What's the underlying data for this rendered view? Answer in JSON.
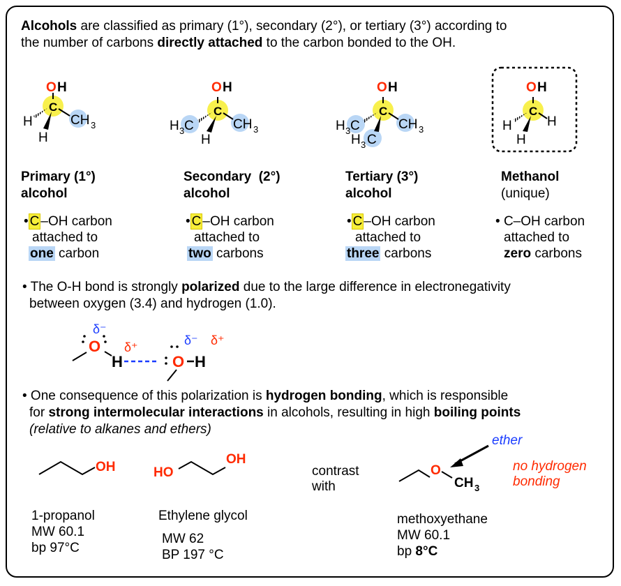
{
  "intro": {
    "w1": "Alcohols",
    "p1": " are classified as primary (1°), secondary (2°), or tertiary (3°) according to",
    "p2": "the number of carbons ",
    "w2": "directly attached",
    "p3": " to the carbon bonded to the OH."
  },
  "atoms": {
    "O": "O",
    "H": "H",
    "C": "C",
    "CH": "CH",
    "three": "3",
    "HO": "HO",
    "OH": "OH"
  },
  "classes": [
    {
      "name": "Primary (1°)",
      "sub": "alcohol",
      "b1a": "C",
      "b1b": "–OH carbon",
      "b2": "attached to",
      "count": "one",
      "rest": " carbon"
    },
    {
      "name": "Secondary  (2°)",
      "sub": "alcohol",
      "b1a": "C",
      "b1b": "–OH carbon",
      "b2": "attached to",
      "count": "two",
      "rest": " carbons"
    },
    {
      "name": "Tertiary (3°)",
      "sub": "alcohol",
      "b1a": "C",
      "b1b": "–OH carbon",
      "b2": "attached to",
      "count": "three",
      "rest": " carbons"
    },
    {
      "name": "Methanol",
      "sub": "(unique)",
      "b1a": "C",
      "b1b": "–OH carbon",
      "b2": "attached to",
      "count": "zero",
      "rest": " carbons"
    }
  ],
  "bullet": "•",
  "polar": {
    "p1": "• The O-H bond is strongly ",
    "w1": "polarized",
    "p2": " due to the large difference in electronegativity",
    "line2": "between oxygen (3.4) and hydrogen (1.0).",
    "delta_minus": "δ⁻",
    "delta_plus": "δ⁺"
  },
  "hbond": {
    "p1": "• One consequence of this polarization is ",
    "w1": "hydrogen bonding",
    "p2": ", which is responsible",
    "p3": "for ",
    "w2": "strong intermolecular interactions",
    "p4": " in alcohols, resulting in high ",
    "w3": "boiling points",
    "line3": "(relative to alkanes and ethers)"
  },
  "compounds": [
    {
      "name": "1-propanol",
      "mw": "MW 60.1",
      "bp": "bp 97°C"
    },
    {
      "name": "Ethylene glycol",
      "mw": "MW 62",
      "bp": "BP 197 °C"
    },
    {
      "name": "methoxyethane",
      "mw": "MW 60.1",
      "bp_label": "bp ",
      "bp_value": "8°C"
    }
  ],
  "contrast": {
    "l1": "contrast",
    "l2": "with"
  },
  "ether_label": "ether",
  "no_hb": {
    "l1": "no hydrogen",
    "l2": "bonding"
  },
  "colors": {
    "oxygen": "#ff2a00",
    "highlight_yellow": "#f7ee3a",
    "highlight_blue": "#b9d6f5",
    "hbond_dash": "#1a3cff"
  }
}
